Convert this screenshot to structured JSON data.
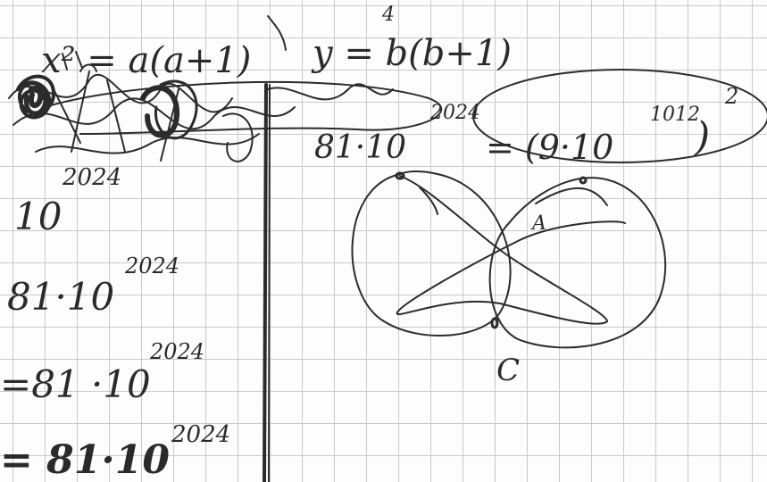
{
  "header": {
    "problem_number": "4",
    "eq_x": "x² = a(a+1)",
    "eq_y": "y = b(b+1)"
  },
  "right_expression": {
    "base": "81·10",
    "exponent": "2024",
    "equals_part": "= (9·10",
    "inner_exponent": "1012",
    "closing": ")",
    "outer_exponent": "2"
  },
  "left_column": {
    "line1_base": "10",
    "line1_exponent": "2024",
    "line2_base": "81·10",
    "line2_exponent": "2024",
    "line3_base": "=81 ·10",
    "line3_exponent": "2024",
    "line4_base": "= 81·10",
    "line4_exponent": "2024"
  },
  "diagram": {
    "point_A": "A",
    "point_C": "C"
  }
}
